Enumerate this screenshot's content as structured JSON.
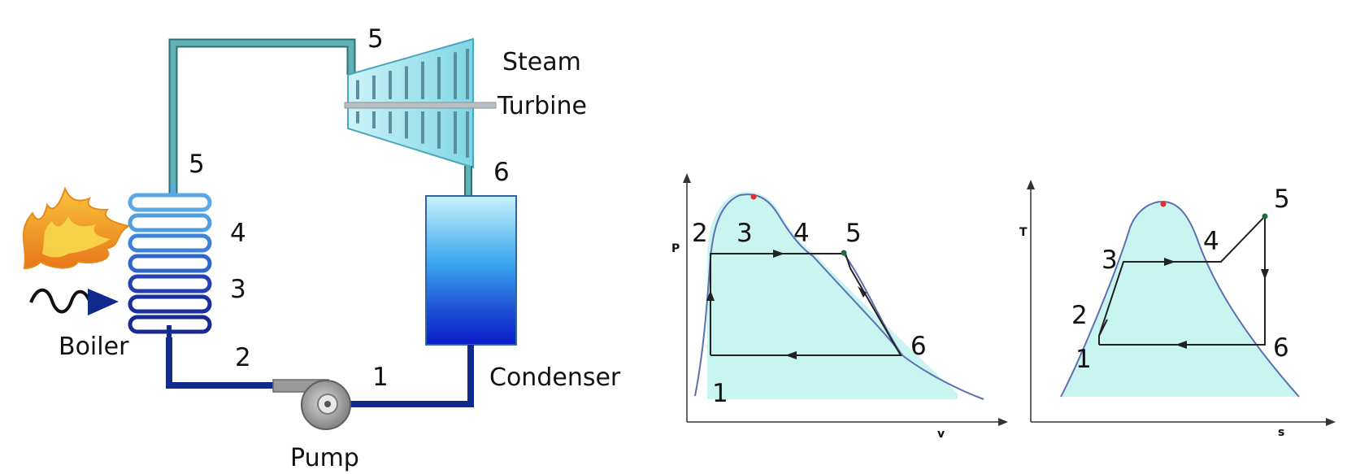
{
  "colors": {
    "pipe_light": "#5fb1b3",
    "pipe_dark": "#102a8c",
    "boiler_light": "#4f9fe0",
    "boiler_dark": "#1a2f9c",
    "turbine_fill": "#aeeaf2",
    "condenser_top": "#c8f2fb",
    "condenser_bottom": "#0a1cc8",
    "dome_fill": "#c9f5f0",
    "curve_line": "#5e6fb2",
    "critical_point": "#e0302a",
    "state_point": "#1f6a3a",
    "flame_outer": "#f4a51f",
    "flame_inner": "#f7d84a"
  },
  "icons": {
    "flame": "flame-icon",
    "heat_wave": "wavy-arrow-icon",
    "pump": "pump-icon",
    "turbine": "turbine-icon",
    "condenser": "condenser-icon"
  },
  "cycle": {
    "labels": {
      "steam": "Steam",
      "turbine": "Turbine",
      "boiler": "Boiler",
      "condenser": "Condenser",
      "pump": "Pump"
    },
    "states": {
      "s5_top": "5",
      "s5_boiler": "5",
      "s4": "4",
      "s3": "3",
      "s2": "2",
      "s1": "1",
      "s6": "6"
    }
  },
  "pv": {
    "xlabel": "v",
    "ylabel": "P",
    "states": {
      "s1": "1",
      "s2": "2",
      "s3": "3",
      "s4": "4",
      "s5": "5",
      "s6": "6"
    }
  },
  "ts": {
    "xlabel": "s",
    "ylabel": "T",
    "states": {
      "s1": "1",
      "s2": "2",
      "s3": "3",
      "s4": "4",
      "s5": "5",
      "s6": "6"
    }
  }
}
